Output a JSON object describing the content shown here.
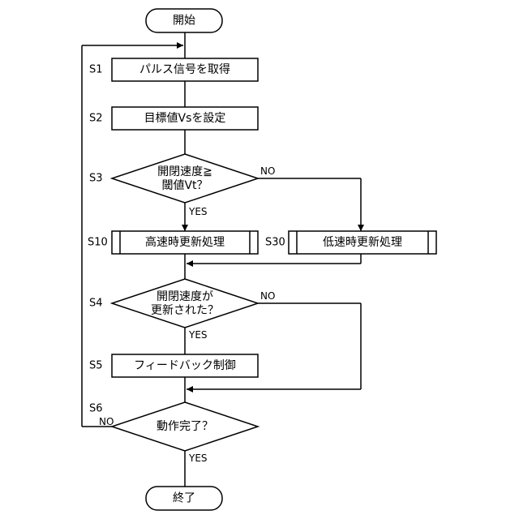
{
  "flowchart": {
    "start": {
      "label": "開始"
    },
    "end": {
      "label": "終了"
    },
    "steps": [
      {
        "id": "S1",
        "label": "パルス信号を取得"
      },
      {
        "id": "S2",
        "label": "目標値Vsを設定"
      },
      {
        "id": "S3",
        "lines": [
          "開閉速度≧",
          "閾値Vt？"
        ],
        "yes": "YES",
        "no": "NO"
      },
      {
        "id": "S10",
        "label": "高速時更新処理"
      },
      {
        "id": "S30",
        "label": "低速時更新処理"
      },
      {
        "id": "S4",
        "lines": [
          "開閉速度が",
          "更新された？"
        ],
        "yes": "YES",
        "no": "NO"
      },
      {
        "id": "S5",
        "label": "フィードバック制御"
      },
      {
        "id": "S6",
        "label": "動作完了？",
        "yes": "YES",
        "no": "NO"
      }
    ]
  }
}
